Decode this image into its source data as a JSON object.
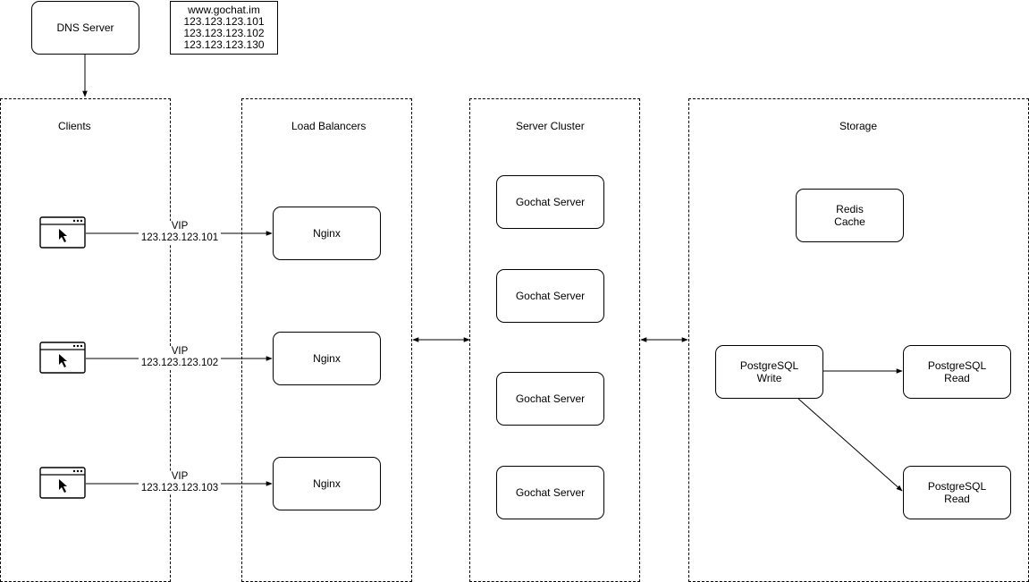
{
  "dns": {
    "label": "DNS Server"
  },
  "dns_records": {
    "lines": [
      "www.gochat.im",
      "123.123.123.101",
      "123.123.123.102",
      "123.123.123.130"
    ]
  },
  "groups": {
    "clients": "Clients",
    "load_balancers": "Load Balancers",
    "server_cluster": "Server Cluster",
    "storage": "Storage"
  },
  "client_links": [
    {
      "vip": "VIP",
      "ip": "123.123.123.101"
    },
    {
      "vip": "VIP",
      "ip": "123.123.123.102"
    },
    {
      "vip": "VIP",
      "ip": "123.123.123.103"
    }
  ],
  "nginx": [
    "Nginx",
    "Nginx",
    "Nginx"
  ],
  "servers": [
    "Gochat Server",
    "Gochat Server",
    "Gochat Server",
    "Gochat Server"
  ],
  "storage": {
    "redis": [
      "Redis",
      "Cache"
    ],
    "pg_write": [
      "PostgreSQL",
      "Write"
    ],
    "pg_read_1": [
      "PostgreSQL",
      "Read"
    ],
    "pg_read_2": [
      "PostgreSQL",
      "Read"
    ]
  }
}
